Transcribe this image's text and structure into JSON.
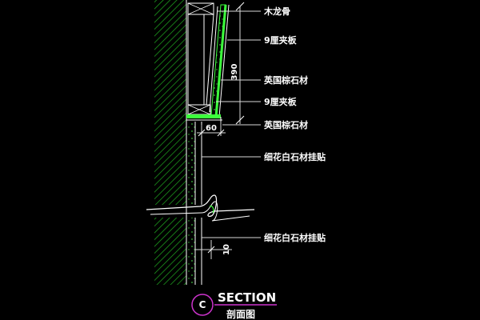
{
  "colors": {
    "background": "#000000",
    "hatch": "#1fa81f",
    "outline": "#ffffff",
    "highlight": "#3cff3c",
    "leader": "#d8d8d8",
    "title_circle": "#cc33cc",
    "text": "#ffffff"
  },
  "labels": {
    "wood_keel": "木龙骨",
    "plywood_top": "9厘夹板",
    "british_brown_stone_1": "英国棕石材",
    "plywood_bottom": "9厘夹板",
    "british_brown_stone_2": "英国棕石材",
    "white_stone_upper": "细花白石材挂贴",
    "white_stone_lower": "细花白石材挂贴"
  },
  "dimensions": {
    "height_390": "390",
    "width_60": "60",
    "gap_10": "10"
  },
  "title": {
    "marker": "C",
    "main": "SECTION",
    "sub": "剖面图"
  }
}
